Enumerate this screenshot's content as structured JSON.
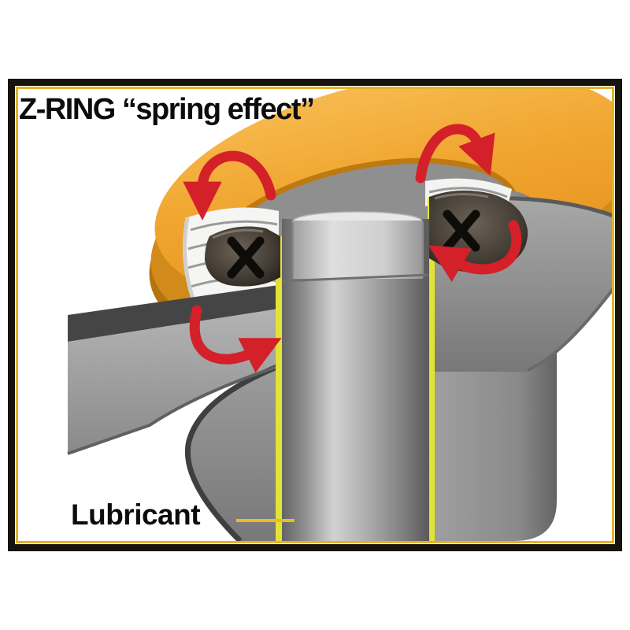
{
  "title": "Z-RING “spring effect”",
  "labels": {
    "lubricant": "Lubricant"
  },
  "colors": {
    "background": "#ffffff",
    "frame_border": "#16120e",
    "frame_inner_line": "#E3B229",
    "ring_top_orange": "#F0A52F",
    "ring_rim_orange": "#D28A1B",
    "ring_rim_shadow": "#B4740E",
    "shaft_gray": "#b2b2b2",
    "housing_gray": "#8a8a8a",
    "flange_dark_gray": "#454545",
    "seal_black": "#231e18",
    "thread_white": "#f5f5f3",
    "lubricant_yellow": "#E3E335",
    "pointer_line_yellow": "#E9BE25",
    "arrow_red": "#D42028",
    "text_black": "#0c0c0c"
  },
  "parts": {
    "ring": "z-ring",
    "seals": "x-ring-seal-cross-sections",
    "shaft": "shaft",
    "housing": "housing-flange",
    "lubricant_film": "lubricant-film",
    "arrows": "spring-effect-arrows"
  }
}
